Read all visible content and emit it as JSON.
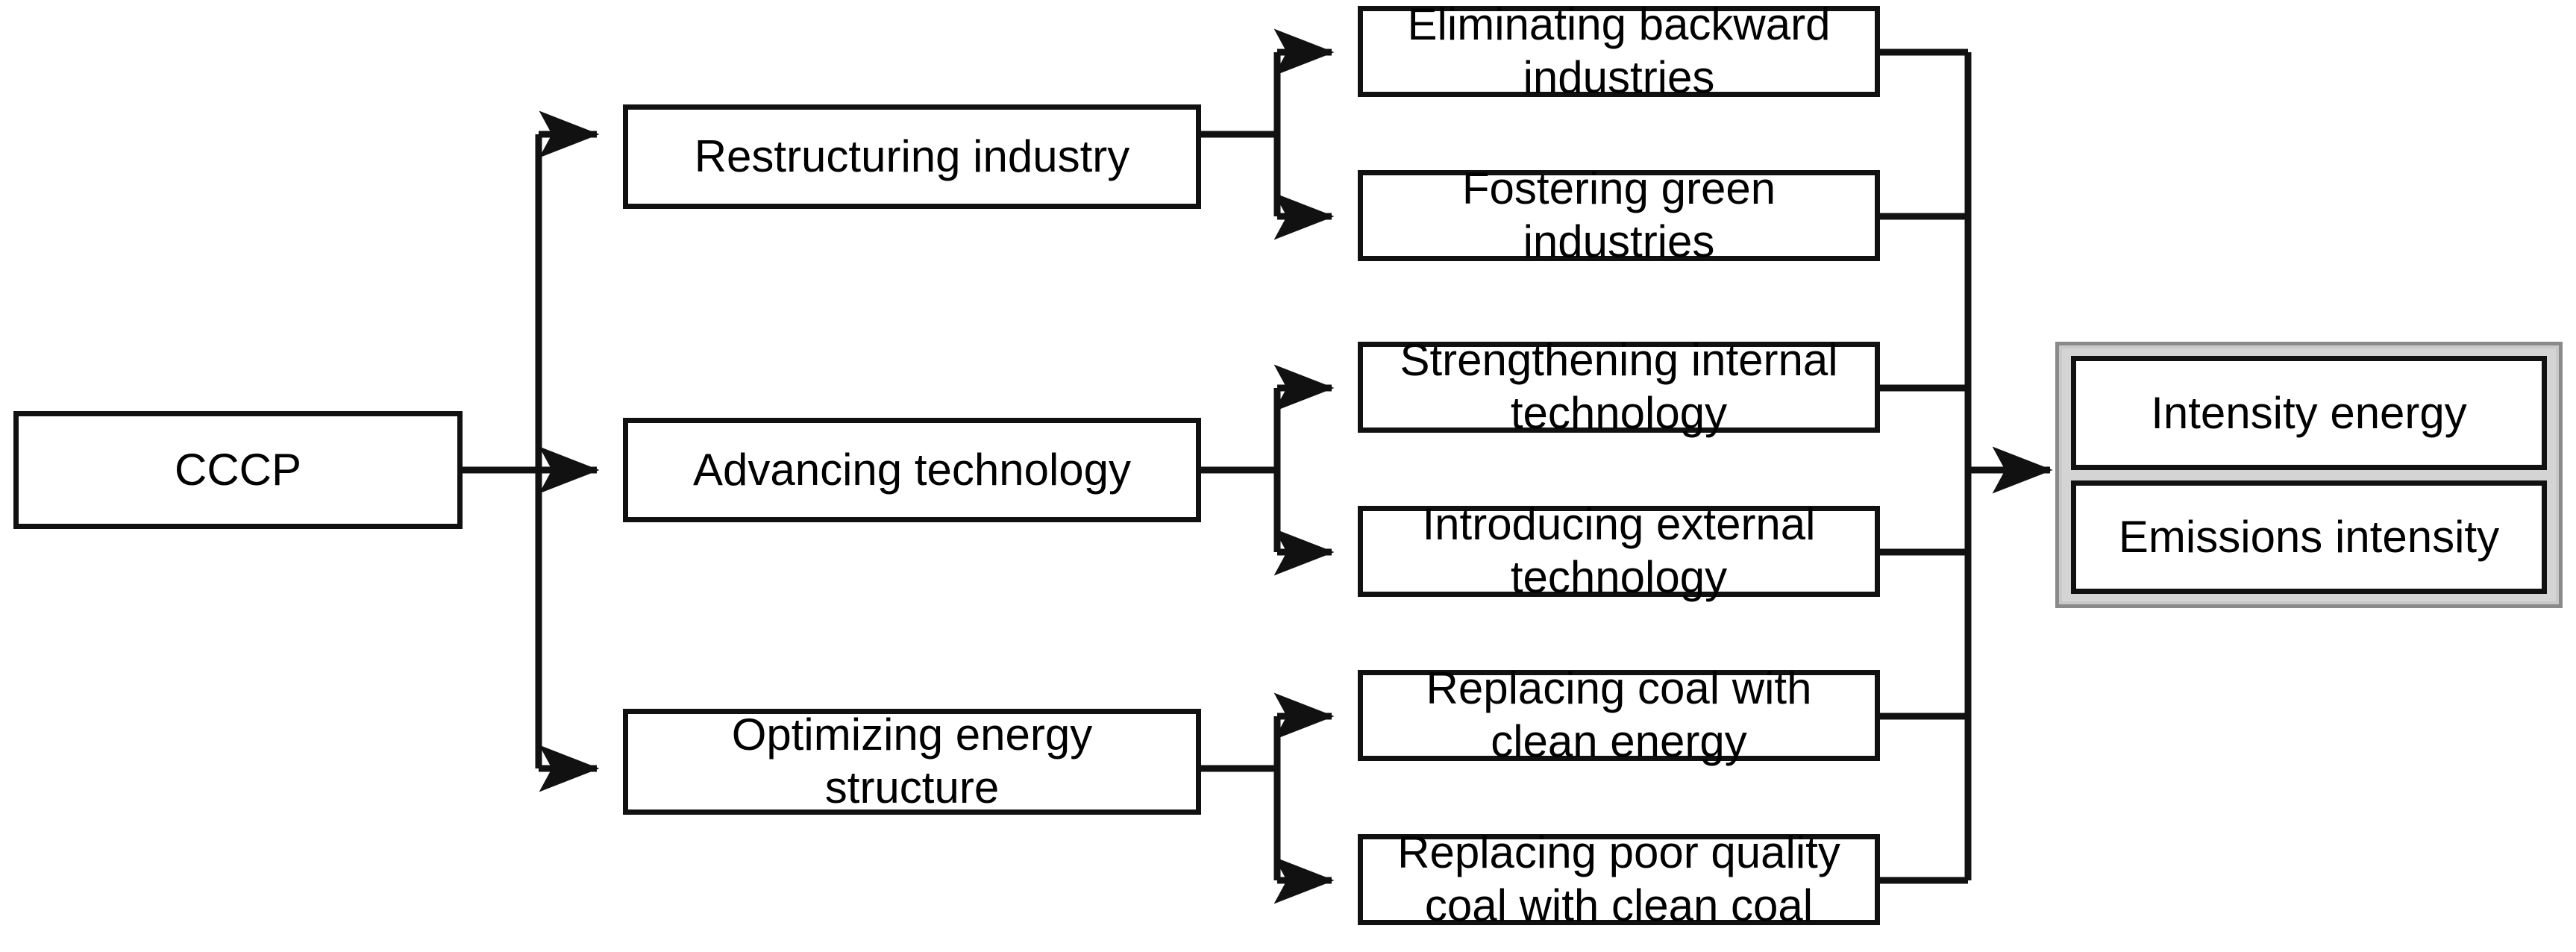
{
  "diagram": {
    "title": "CCCP policy transmission mechanism flow chart",
    "type": "flow-chart",
    "orientation": "left-to-right",
    "colors": {
      "node_border": "#111111",
      "node_fill": "#ffffff",
      "edge": "#111111",
      "outcome_group_border": "#8a8a8a",
      "outcome_group_fill": "#d4d4d4",
      "text": "#000000"
    },
    "root": {
      "label": "CCCP"
    },
    "channels": [
      {
        "label": "Restructuring industry",
        "measures": [
          {
            "label": "Eliminating backward\nindustries"
          },
          {
            "label": "Fostering green\nindustries"
          }
        ]
      },
      {
        "label": "Advancing technology",
        "measures": [
          {
            "label": "Strengthening internal\ntechnology"
          },
          {
            "label": "Introducing external\ntechnology"
          }
        ]
      },
      {
        "label": "Optimizing energy\nstructure",
        "measures": [
          {
            "label": "Replacing coal with\nclean energy"
          },
          {
            "label": "Replacing poor quality\ncoal with clean coal"
          }
        ]
      }
    ],
    "outcomes": {
      "items": [
        {
          "label": "Intensity energy"
        },
        {
          "label": "Emissions intensity"
        }
      ]
    }
  }
}
